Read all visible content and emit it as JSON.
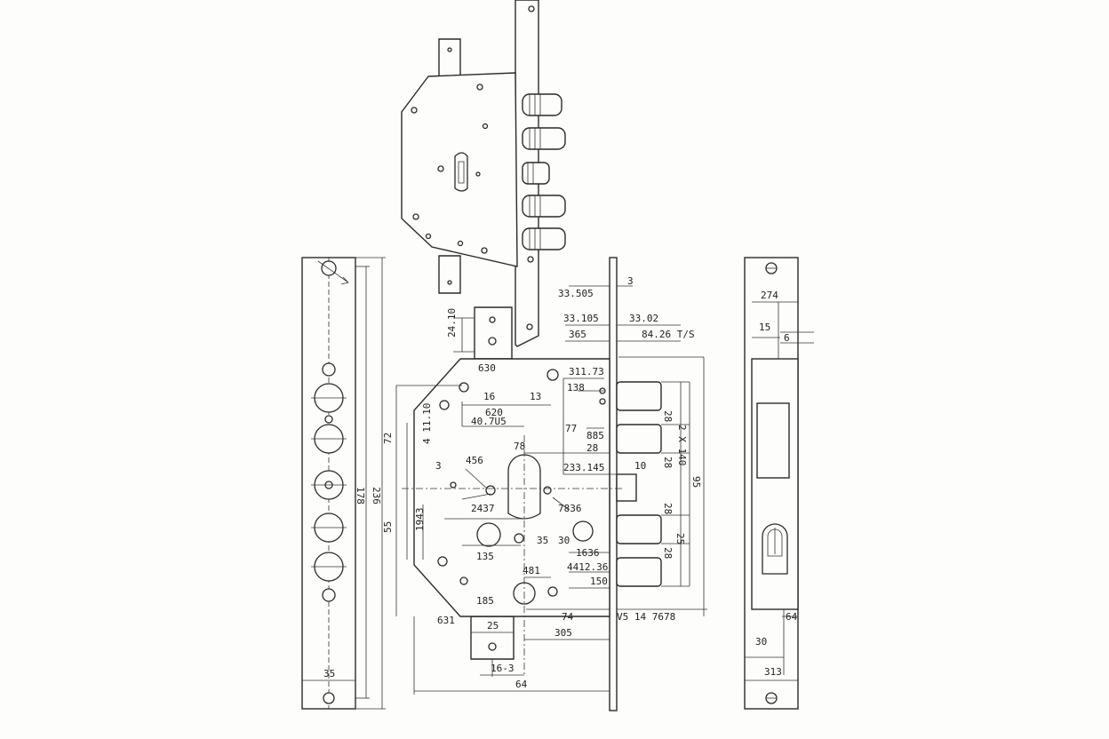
{
  "dimensions": {
    "d_33_505": "33.505",
    "d_3": "3",
    "d_33_105": "33.105",
    "d_33_02": "33.02",
    "d_365": "365",
    "d_84_26": "84.26 T/S",
    "d_24_10": "24.10",
    "d_630": "630",
    "d_311_73": "311.73",
    "d_138": "138",
    "d_16": "16",
    "d_13": "13",
    "d_620": "620",
    "d_40_05": "40.7U5",
    "d_411_10": "4 11.10",
    "d_72": "72",
    "d_77": "77",
    "d_885": "885",
    "d_28a": "28",
    "d_78": "78",
    "d_456": "456",
    "d_233_145": "233.145",
    "d_10": "10",
    "d_3b": "3",
    "d_2437": "2437",
    "d_7836": "7836",
    "d_1943": "1943",
    "d_55": "55",
    "d_35": "35",
    "d_30": "30",
    "d_135": "135",
    "d_1636": "1636",
    "d_4412_36": "4412.36",
    "d_481": "481",
    "d_150": "150",
    "d_185": "185",
    "d_631": "631",
    "d_25": "25",
    "d_74": "74",
    "d_va74678": "V5 14 7678",
    "d_305": "305",
    "d_163": "16-3",
    "d_64": "64",
    "d_r28a": "28",
    "d_r28b": "28",
    "d_r28c": "28",
    "d_r28d": "28",
    "d_r25": "25",
    "d_r2x140": "2 X 140",
    "d_r95": "95",
    "d_left178": "178",
    "d_left236": "236",
    "d_left35": "35",
    "d_274": "274",
    "d_15": "15",
    "d_6": "6",
    "d_r30": "30",
    "d_313": "313",
    "d_64r": "64"
  }
}
